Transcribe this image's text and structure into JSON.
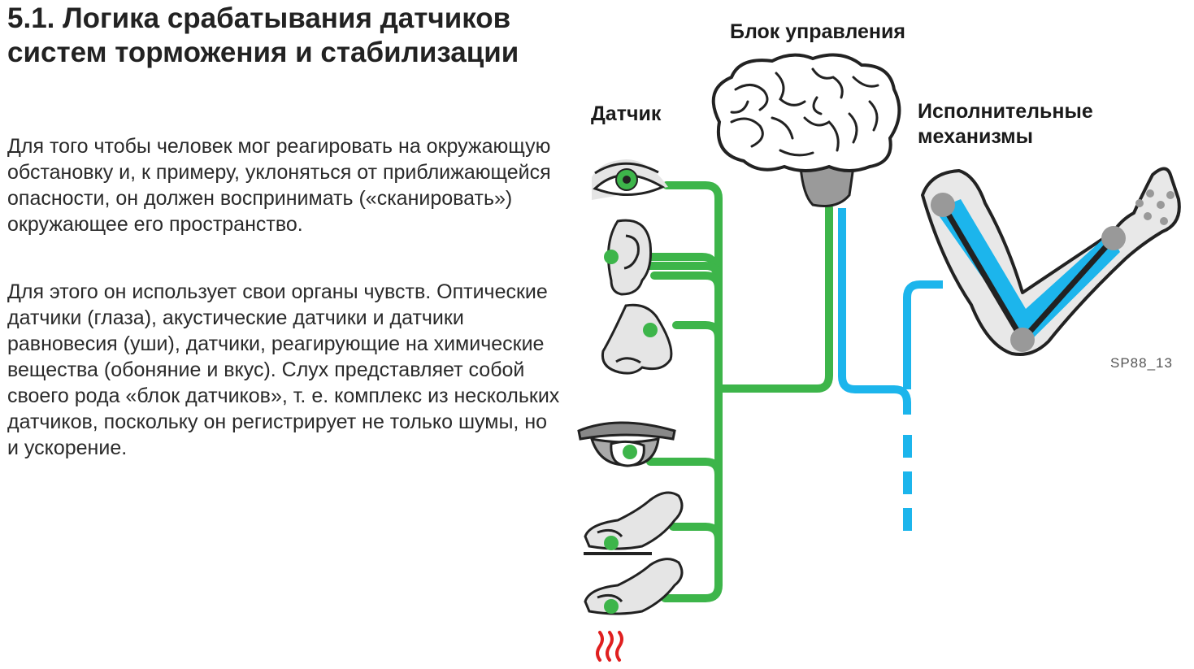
{
  "title": "5.1. Логика срабатывания датчиков систем торможения и стабилизации",
  "paragraphs": [
    "Для того чтобы человек мог реагировать на окружающую обстановку и, к примеру, уклоняться от приближающейся опасности, он должен воспринимать («сканировать») окружающее его пространство.",
    "Для этого он использует свои органы чувств. Оптические датчики (глаза), акустические датчики и датчики равновесия (уши), датчики, реагирующие на химические вещества (обоняние и вкус). Слух представляет собой своего рода «блок датчиков», т. е. комплекс из нескольких датчиков, поскольку он регистрирует не только шумы, но и ускорение."
  ],
  "figure": {
    "label_control_unit": "Блок управления",
    "label_sensor": "Датчик",
    "label_actuators": "Исполнительные механизмы",
    "figure_code": "SP88_13",
    "colors": {
      "sensor_line": "#3db54a",
      "actuator_line": "#1cb5ec",
      "brain": "#ffffff",
      "arm_outline": "#222222"
    },
    "icons": [
      "brain-icon",
      "eye-icon",
      "ear-icon",
      "nose-icon",
      "tongue-icon",
      "finger-touch-icon",
      "finger-heat-icon",
      "arm-icon"
    ]
  }
}
